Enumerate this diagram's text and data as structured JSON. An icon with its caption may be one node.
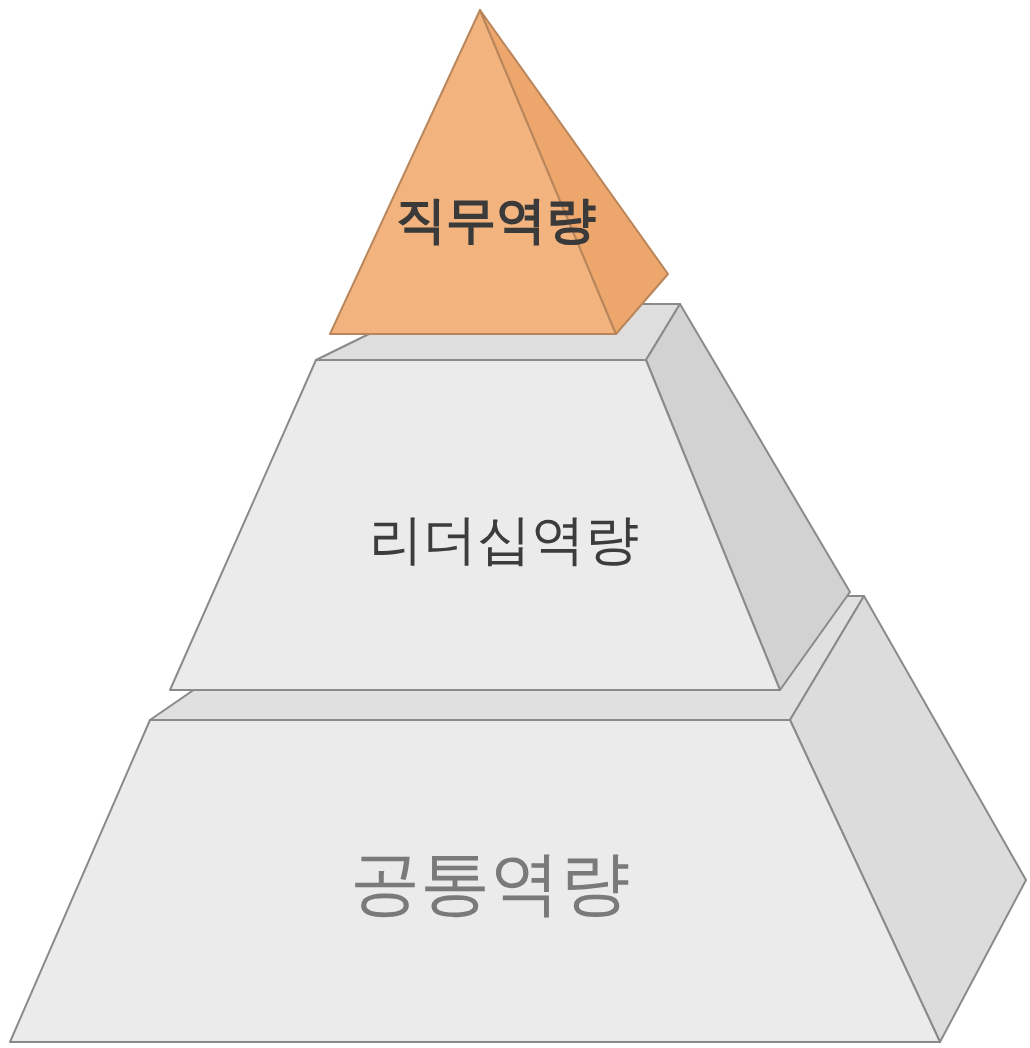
{
  "diagram": {
    "nodes": [
      {
        "text": [
          "직무역량"
        ]
      },
      {
        "text": [
          "리더십역량"
        ]
      },
      {
        "text": [
          "공통역량"
        ]
      }
    ]
  }
}
